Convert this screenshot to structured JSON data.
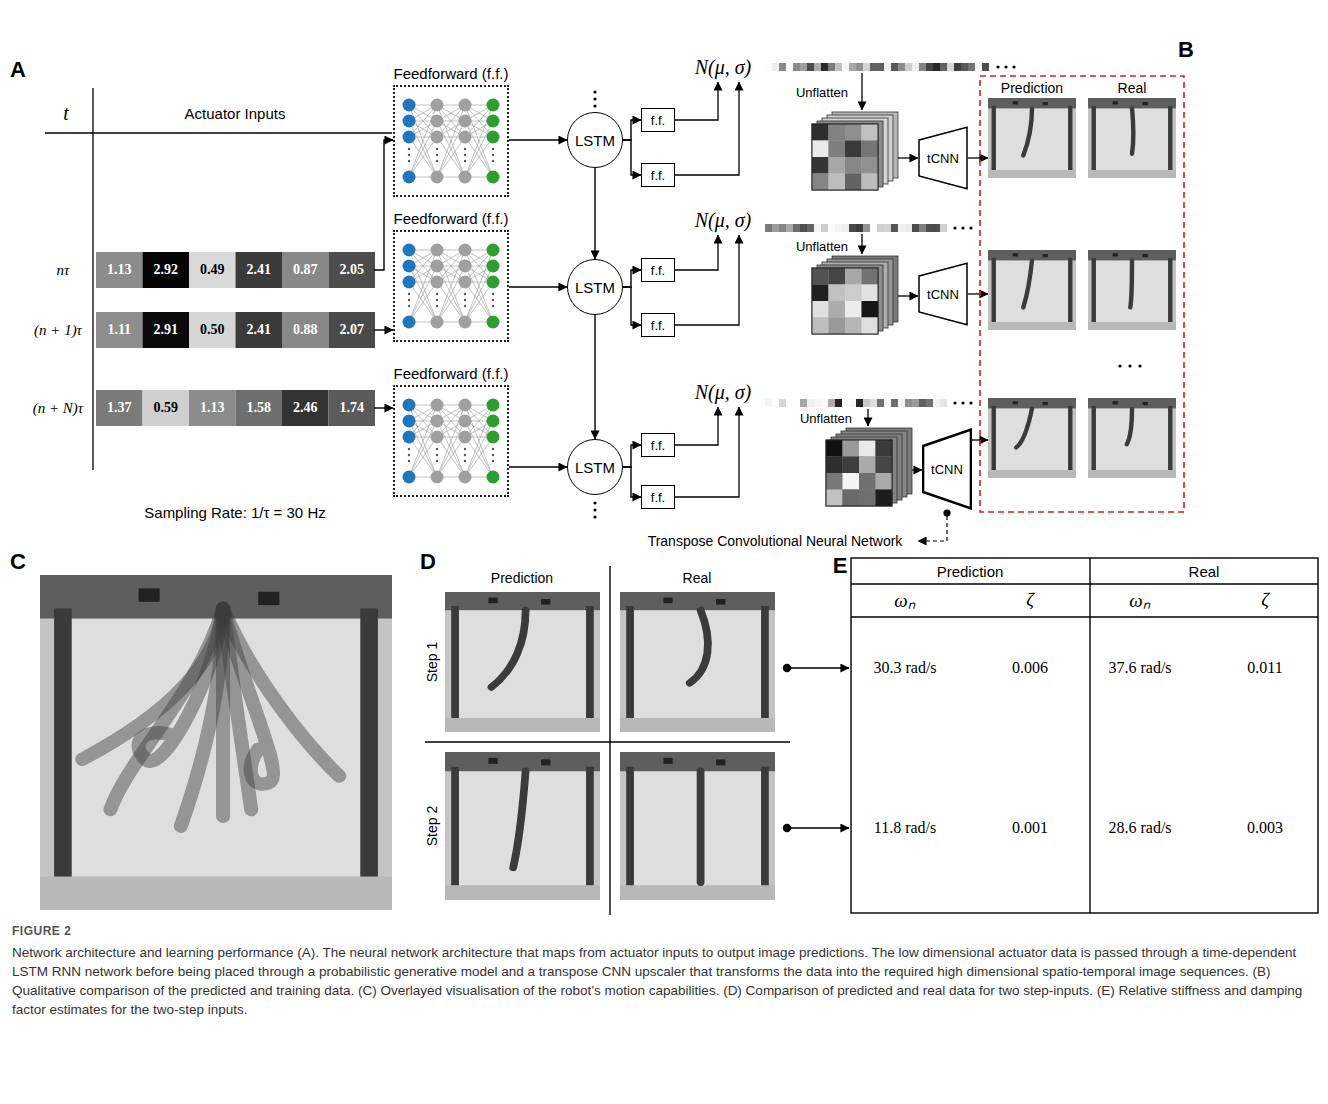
{
  "diagram": {
    "title": "FIGURE 2",
    "caption": "Network architecture and learning performance (A). The neural network architecture that maps from actuator inputs to output image predictions. The low dimensional actuator data is passed through a time-dependent LSTM RNN network before being placed through a probabilistic generative model and a transpose CNN upscaler that transforms the data into the required high dimensional spatio-temporal image sequences. (B) Qualitative comparison of the predicted and training data. (C) Overlayed visualisation of the robot’s motion capabilities. (D) Comparison of predicted and real data for two step-inputs. (E) Relative stiffness and damping factor estimates for the two-step inputs.",
    "nodes": [
      {
        "text": [
          "Feedforward (f.f.)"
        ]
      },
      {
        "text": [
          "LSTM"
        ]
      },
      {
        "text": [
          "f.f."
        ]
      },
      {
        "text": [
          "f.f."
        ]
      },
      {
        "text": [
          "tCNN"
        ]
      },
      {
        "text": [
          "Feedforward (f.f.)"
        ]
      },
      {
        "text": [
          "LSTM"
        ]
      },
      {
        "text": [
          "f.f."
        ]
      },
      {
        "text": [
          "f.f."
        ]
      },
      {
        "text": [
          "tCNN"
        ]
      },
      {
        "text": [
          "Feedforward (f.f.)"
        ]
      },
      {
        "text": [
          "LSTM"
        ]
      },
      {
        "text": [
          "f.f."
        ]
      },
      {
        "text": [
          "f.f."
        ]
      },
      {
        "text": [
          "tCNN"
        ]
      }
    ],
    "edges": [
      {
        "from": 0,
        "to": 1,
        "arrow": "to"
      },
      {
        "from": 1,
        "to": 2,
        "arrow": "to"
      },
      {
        "from": 1,
        "to": 3,
        "arrow": "to"
      },
      {
        "from": 1,
        "to": 6,
        "arrow": "to"
      },
      {
        "from": 5,
        "to": 6,
        "arrow": "to"
      },
      {
        "from": 6,
        "to": 7,
        "arrow": "to"
      },
      {
        "from": 6,
        "to": 8,
        "arrow": "to"
      },
      {
        "from": 6,
        "to": 11,
        "arrow": "to"
      },
      {
        "from": 10,
        "to": 11,
        "arrow": "to"
      },
      {
        "from": 11,
        "to": 12,
        "arrow": "to"
      },
      {
        "from": 11,
        "to": 13,
        "arrow": "to"
      }
    ],
    "labels": [
      "A",
      "t",
      "Actuator Inputs",
      "nτ",
      "(n + 1)τ",
      "(n + N)τ",
      "1.13",
      "2.92",
      "0.49",
      "2.41",
      "0.87",
      "2.05",
      "1.11",
      "2.91",
      "0.50",
      "2.41",
      "0.88",
      "2.07",
      "1.37",
      "0.59",
      "1.13",
      "1.58",
      "2.46",
      "1.74",
      "Sampling Rate: 1/τ = 30 Hz",
      "N(μ, σ)",
      "N(μ, σ)",
      "N(μ, σ)",
      "Unflatten",
      "Unflatten",
      "Unflatten",
      "Transpose Convolutional Neural Network",
      "B",
      "Prediction",
      "Real",
      "C",
      "D",
      "Prediction",
      "Real",
      "Step 1",
      "Step 2",
      "E",
      "Prediction",
      "Real",
      "ωₙ",
      "ζ",
      "ωₙ",
      "ζ",
      "30.3 rad/s",
      "0.006",
      "37.6 rad/s",
      "0.011",
      "11.8 rad/s",
      "0.001",
      "28.6 rad/s",
      "0.003"
    ]
  }
}
